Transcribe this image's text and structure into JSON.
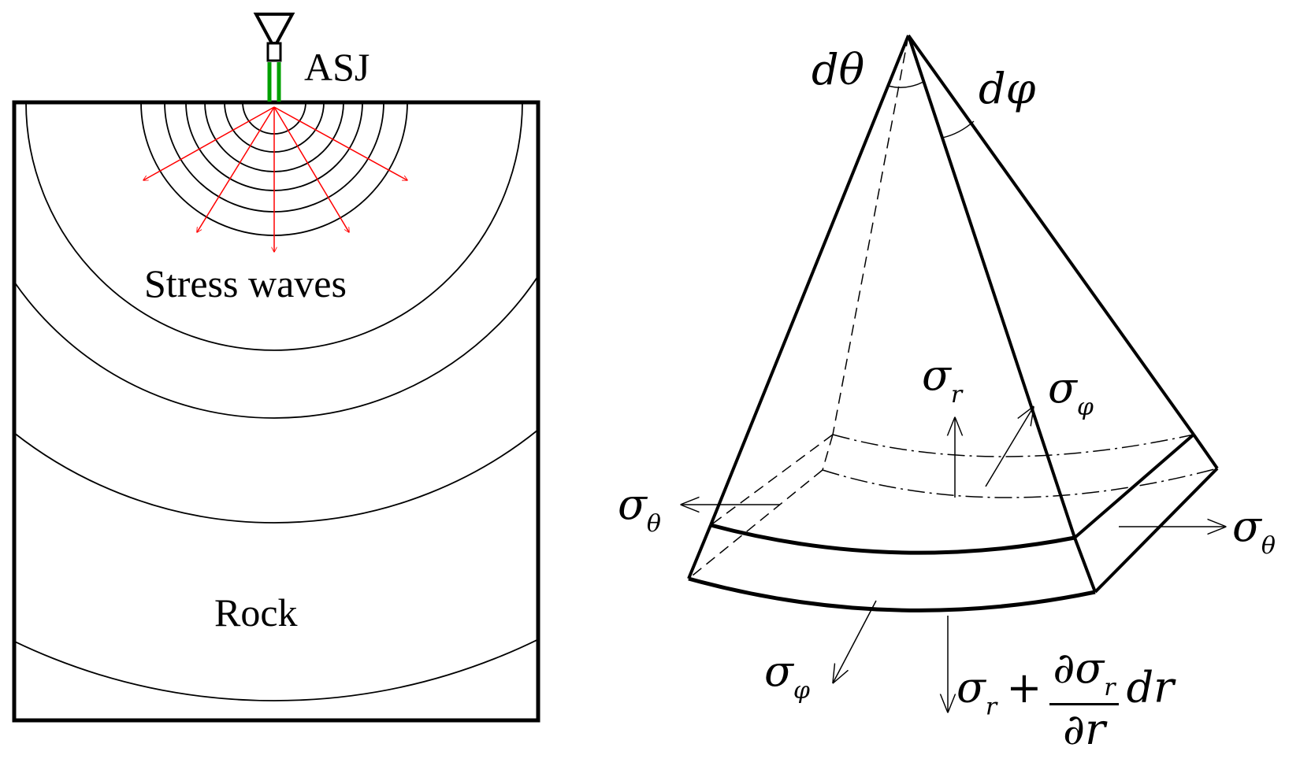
{
  "left_panel": {
    "nozzle_label": "ASJ",
    "waves_label": "Stress waves",
    "medium_label": "Rock"
  },
  "right_panel": {
    "angle_theta": "dθ",
    "angle_phi": "dφ",
    "stress_symbol": "σ",
    "sub_r": "r",
    "sub_phi": "φ",
    "sub_theta": "θ",
    "plus": "+",
    "partial_num": "∂σ",
    "partial_den": "∂r",
    "dr": "dr"
  },
  "colors": {
    "ink": "#000000",
    "wave_arrows": "#ff0000",
    "jet": "#00a000",
    "background": "#ffffff"
  }
}
